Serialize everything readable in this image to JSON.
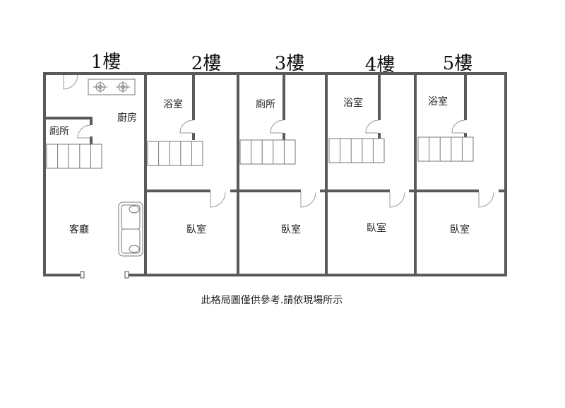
{
  "floors": [
    "1樓",
    "2樓",
    "3樓",
    "4樓",
    "5樓"
  ],
  "floor1": {
    "kitchen": "廚房",
    "toilet": "廁所",
    "living": "客廳"
  },
  "floor2": {
    "bath": "浴室",
    "bedroom": "臥室"
  },
  "floor3": {
    "toilet": "廁所",
    "bedroom": "臥室"
  },
  "floor4": {
    "bath": "浴室",
    "bedroom": "臥室"
  },
  "floor5": {
    "bath": "浴室",
    "bedroom": "臥室"
  },
  "caption": "此格局圖僅供參考.請依現場所示"
}
